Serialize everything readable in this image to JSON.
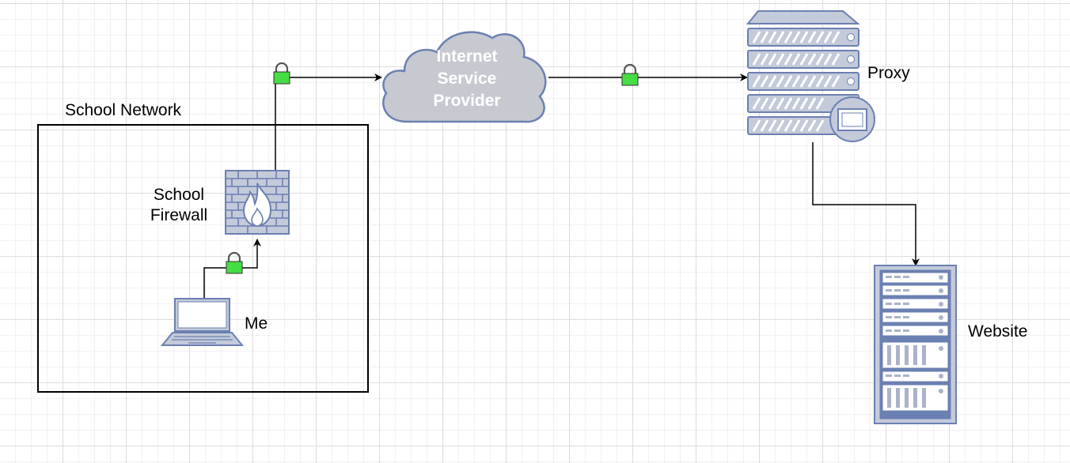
{
  "labels": {
    "school_network": "School Network",
    "school_firewall": "School\nFirewall",
    "me": "Me",
    "isp": "Internet\nService\nProvider",
    "proxy": "Proxy",
    "website": "Website"
  },
  "colors": {
    "device_fill": "#c3cad9",
    "device_stroke": "#6b80b2",
    "lock_green": "#33cc33",
    "cloud_fill": "#c6c9d0",
    "line": "#000000"
  },
  "icons": [
    "firewall-icon",
    "laptop-icon",
    "cloud-icon",
    "proxy-server-icon",
    "website-server-rack-icon",
    "lock-icon"
  ]
}
